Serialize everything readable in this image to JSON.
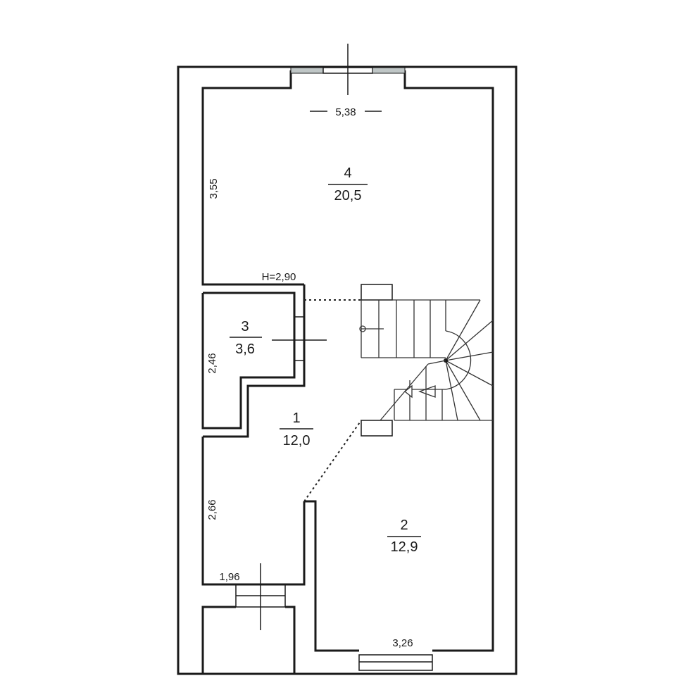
{
  "plan": {
    "rooms": [
      {
        "number": "4",
        "area": "20,5"
      },
      {
        "number": "3",
        "area": "3,6"
      },
      {
        "number": "1",
        "area": "12,0"
      },
      {
        "number": "2",
        "area": "12,9"
      }
    ],
    "dimensions": {
      "top_width": "5,38",
      "room4_depth": "3,55",
      "ceiling_height": "H=2,90",
      "room3_depth": "2,46",
      "room1_depth": "2,66",
      "entry_width": "1,96",
      "room2_width": "3,26"
    }
  }
}
